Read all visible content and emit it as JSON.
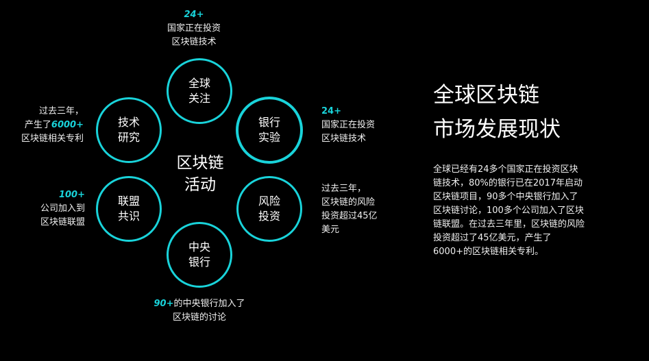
{
  "center": {
    "line1": "区块链",
    "line2": "活动"
  },
  "nodes": [
    {
      "line1": "全球",
      "line2": "关注"
    },
    {
      "line1": "技术",
      "line2": "研究"
    },
    {
      "line1": "银行",
      "line2": "实验"
    },
    {
      "line1": "联盟",
      "line2": "共识"
    },
    {
      "line1": "风险",
      "line2": "投资"
    },
    {
      "line1": "中央",
      "line2": "银行"
    }
  ],
  "notes": {
    "top": {
      "highlight": "24+",
      "line1": "国家正在投资",
      "line2": "区块链技术"
    },
    "left_upper": {
      "line1": "过去三年，",
      "prefix": "产生了",
      "highlight": "6000+",
      "line3": "区块链相关专利"
    },
    "left_lower": {
      "highlight": "100+",
      "line1": "公司加入到",
      "line2": "区块链联盟"
    },
    "right_upper": {
      "highlight": "24+",
      "line1": "国家正在投资",
      "line2": "区块链技术"
    },
    "right_lower": {
      "line1": "过去三年，",
      "line2": "区块链的风险",
      "line3": "投资超过45亿",
      "line4": "美元"
    },
    "bottom": {
      "highlight": "90+",
      "suffix": "的中央银行加入了",
      "line2": "区块链的讨论"
    }
  },
  "title": {
    "line1": "全球区块链",
    "line2": "市场发展现状"
  },
  "description": "全球已经有24多个国家正在投资区块链技术，80%的银行已在2017年启动区块链项目，90多个中央银行加入了区块链讨论，100多个公司加入了区块链联盟。在过去三年里，区块链的风险投资超过了45亿美元，产生了6000+的区块链相关专利。",
  "colors": {
    "accent": "#19d3da",
    "background": "#000000",
    "text": "#ffffff"
  }
}
